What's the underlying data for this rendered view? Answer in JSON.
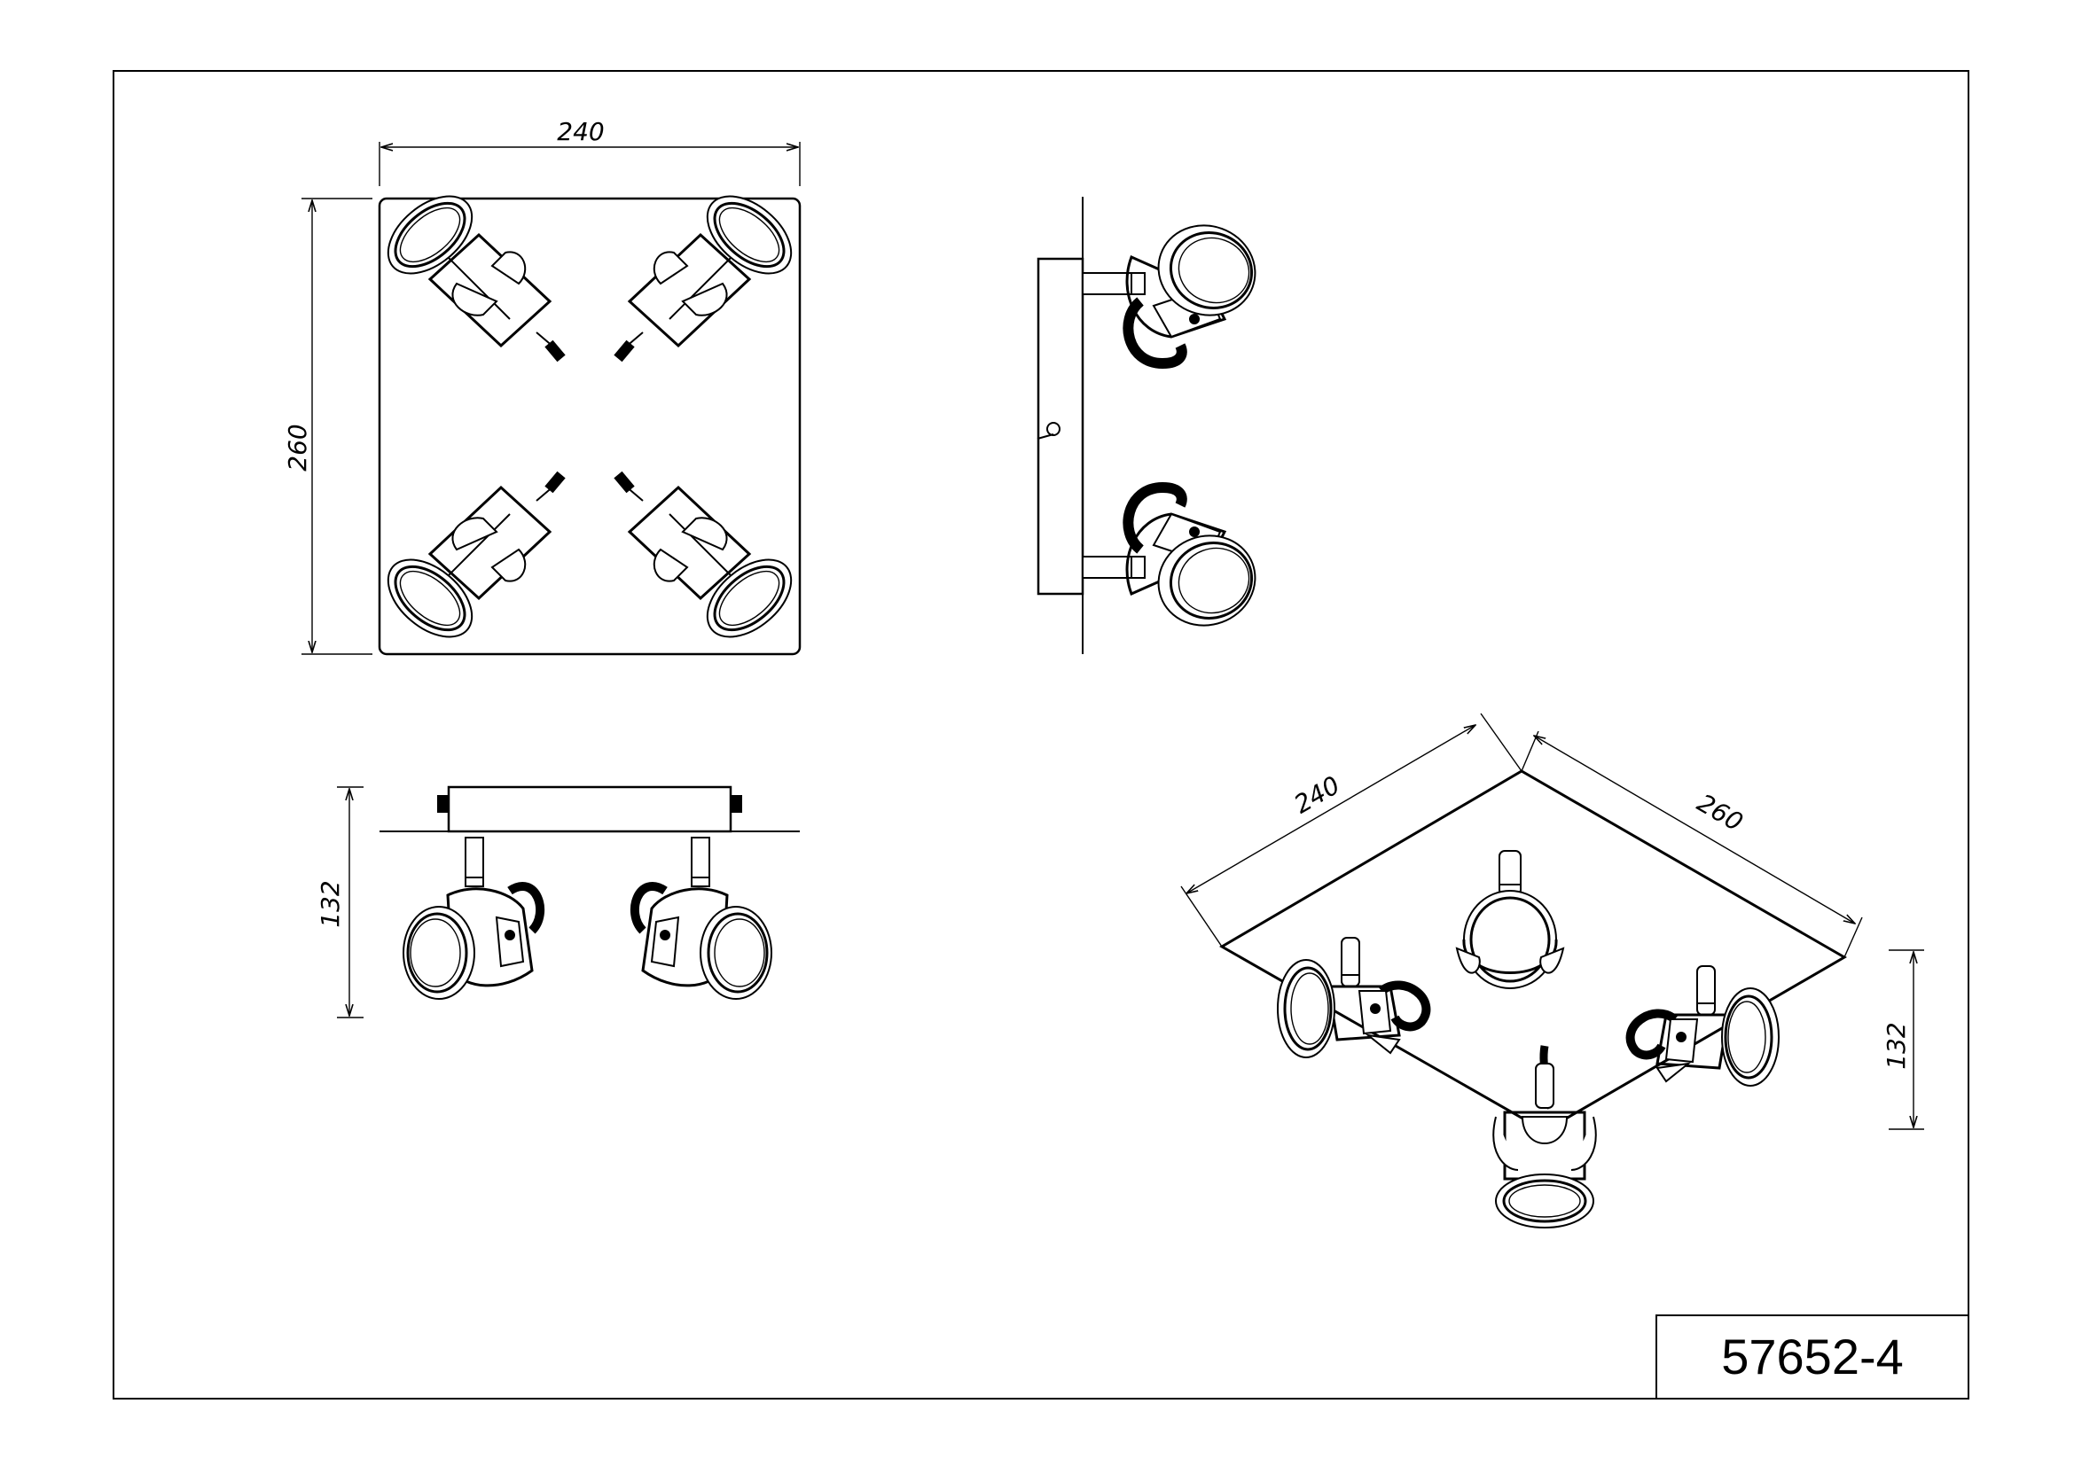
{
  "drawing": {
    "article_number": "57652-4",
    "top_view": {
      "width_label": "240",
      "height_label": "260"
    },
    "front_view": {
      "height_label": "132"
    },
    "iso_view": {
      "width_label": "240",
      "depth_label": "260",
      "height_label": "132"
    }
  }
}
